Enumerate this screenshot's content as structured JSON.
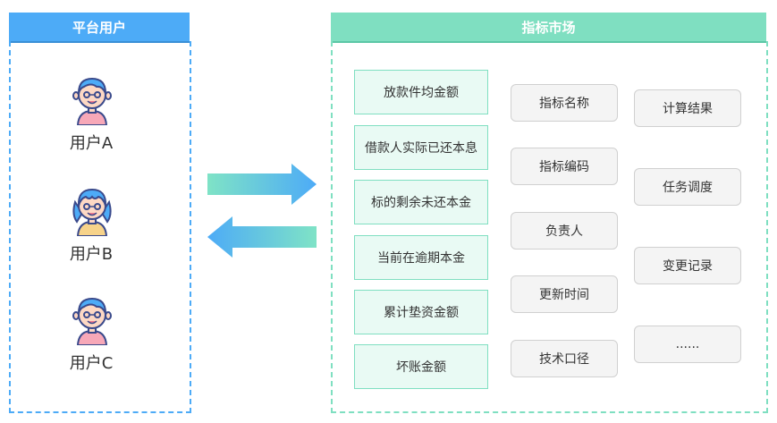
{
  "left_panel": {
    "title": "平台用户",
    "users": [
      {
        "name": "用户A",
        "avatar": "boy-avatar-icon"
      },
      {
        "name": "用户B",
        "avatar": "girl-avatar-icon"
      },
      {
        "name": "用户C",
        "avatar": "boy-avatar-icon"
      }
    ]
  },
  "right_panel": {
    "title": "指标市场",
    "metrics": [
      "放款件均金额",
      "借款人实际已还本息",
      "标的剩余未还本金",
      "当前在逾期本金",
      "累计垫资金额",
      "坏账金额"
    ],
    "attributes_left": [
      "指标名称",
      "指标编码",
      "负责人",
      "更新时间",
      "技术口径"
    ],
    "attributes_right": [
      "计算结果",
      "任务调度",
      "变更记录",
      "......"
    ]
  },
  "colors": {
    "blue_accent": "#4dabf7",
    "green_accent": "#7fdfc1",
    "metric_fill": "#e9faf4",
    "attr_fill": "#f4f4f4"
  }
}
